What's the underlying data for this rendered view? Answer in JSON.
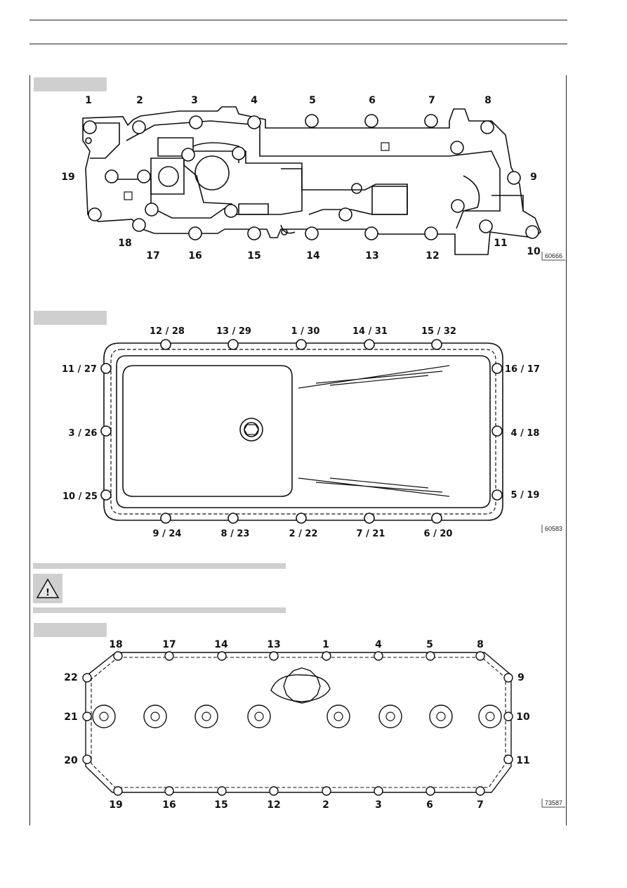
{
  "figure1": {
    "ref_code": "60666",
    "labels": [
      "1",
      "2",
      "3",
      "4",
      "5",
      "6",
      "7",
      "8",
      "9",
      "10",
      "11",
      "12",
      "13",
      "14",
      "15",
      "16",
      "17",
      "18",
      "19"
    ]
  },
  "figure2": {
    "ref_code": "60583",
    "labels": [
      "1 / 30",
      "2 / 22",
      "3 / 26",
      "4 / 18",
      "5 / 19",
      "6 / 20",
      "7 / 21",
      "8 / 23",
      "9 / 24",
      "10 / 25",
      "11 / 27",
      "12 / 28",
      "13 / 29",
      "14 / 31",
      "15 / 32",
      "16 / 17"
    ]
  },
  "warning": {
    "symbol": "!"
  },
  "figure3": {
    "ref_code": "73587",
    "labels": [
      "1",
      "2",
      "3",
      "4",
      "5",
      "6",
      "7",
      "8",
      "9",
      "10",
      "11",
      "12",
      "13",
      "14",
      "15",
      "16",
      "17",
      "18",
      "19",
      "20",
      "21",
      "22"
    ]
  }
}
